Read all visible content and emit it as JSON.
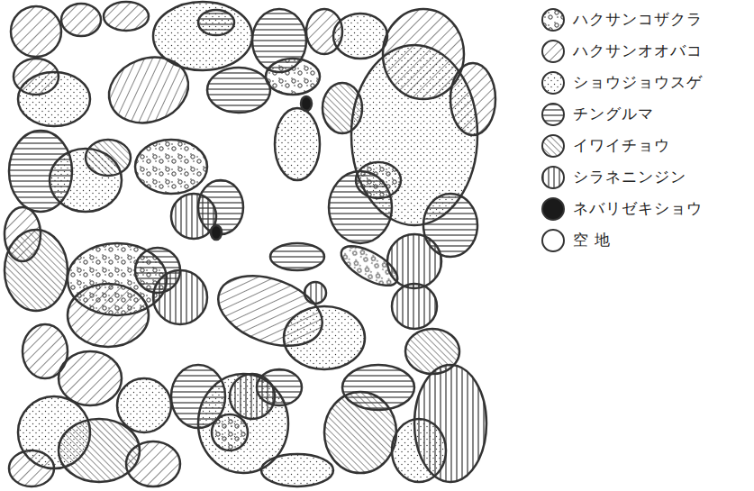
{
  "diagram": {
    "legend": [
      {
        "text": "ハクサンコザクラ"
      },
      {
        "text": "ハクサンオオバコ"
      },
      {
        "text": "ショウジョウスゲ"
      },
      {
        "text": "チングルマ"
      },
      {
        "text": "イワイチョウ"
      },
      {
        "text": "シラネニンジン"
      },
      {
        "text": "ネバリゼキショウ",
        "color": "#1a1a1a"
      },
      {
        "text": "空 地",
        "color": "#ffffff"
      }
    ]
  }
}
